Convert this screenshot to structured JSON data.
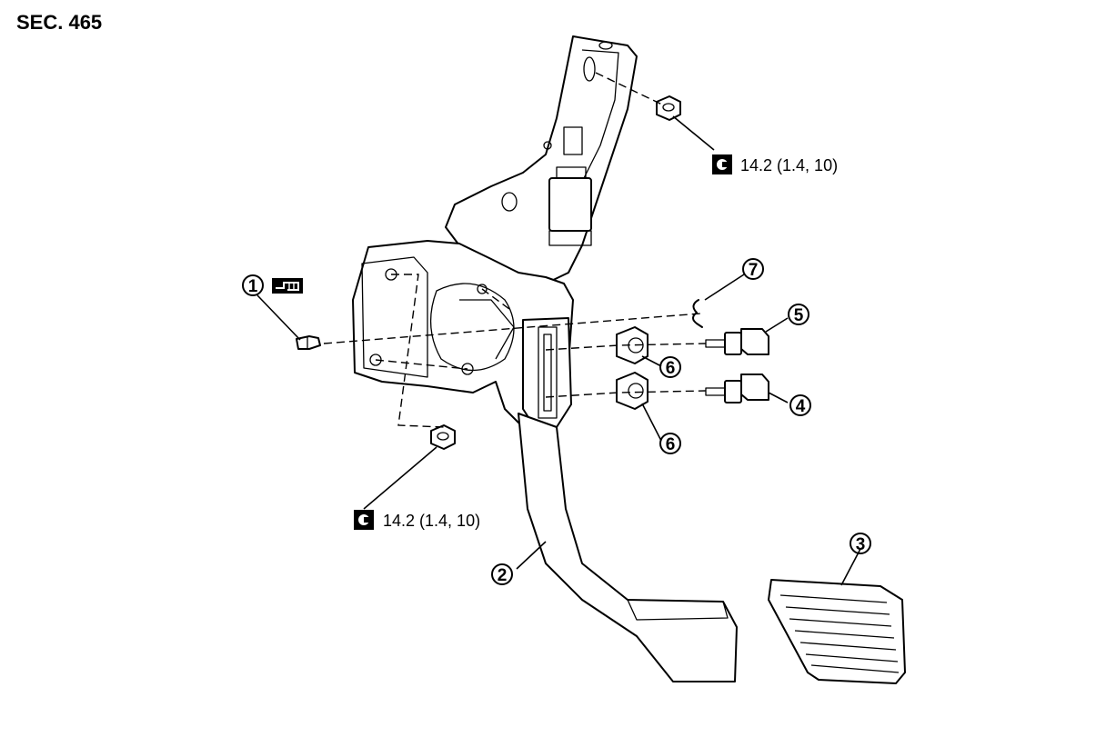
{
  "section_label": "SEC. 465",
  "torque_specs": [
    {
      "value": "14.2 (1.4, 10)",
      "icon": "torque-wrench-icon"
    },
    {
      "value": "14.2 (1.4, 10)",
      "icon": "torque-wrench-icon"
    }
  ],
  "callouts": [
    {
      "number": "1"
    },
    {
      "number": "2"
    },
    {
      "number": "3"
    },
    {
      "number": "4"
    },
    {
      "number": "5"
    },
    {
      "number": "6"
    },
    {
      "number": "6"
    },
    {
      "number": "7"
    }
  ],
  "symbols": {
    "grease_icon": "grease-application-icon"
  }
}
